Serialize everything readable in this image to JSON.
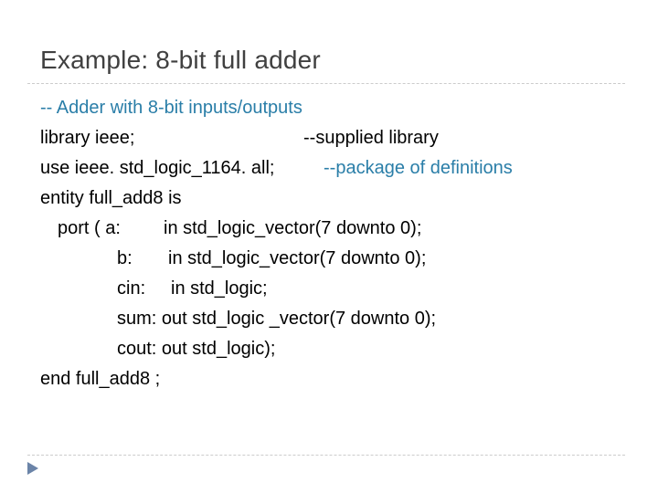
{
  "slide": {
    "title": "Example: 8-bit full adder"
  },
  "code": {
    "line1_comment": "-- Adder with 8-bit inputs/outputs",
    "line2_code": "library ieee;",
    "line2_comment": "--supplied library",
    "line3_code": "use ieee. std_logic_1164. all;",
    "line3_comment": "--package of definitions",
    "line4_code": "entity full_add8 is",
    "line5_a": "port ( a:",
    "line5_b": "in std_logic_vector(7 downto 0);",
    "line6_a": "b:",
    "line6_b": "in std_logic_vector(7 downto 0);",
    "line7_a": "cin:",
    "line7_b": "in std_logic;",
    "line8": "sum: out std_logic _vector(7 downto 0);",
    "line9": "cout: out std_logic);",
    "line10": "end full_add8 ;"
  },
  "colors": {
    "title": "#404040",
    "comment": "#2a7ea8",
    "code": "#000000",
    "rule": "#cccccc",
    "nav_arrow": "#6b84a8"
  },
  "icons": {
    "nav": "triangle-right-icon"
  }
}
